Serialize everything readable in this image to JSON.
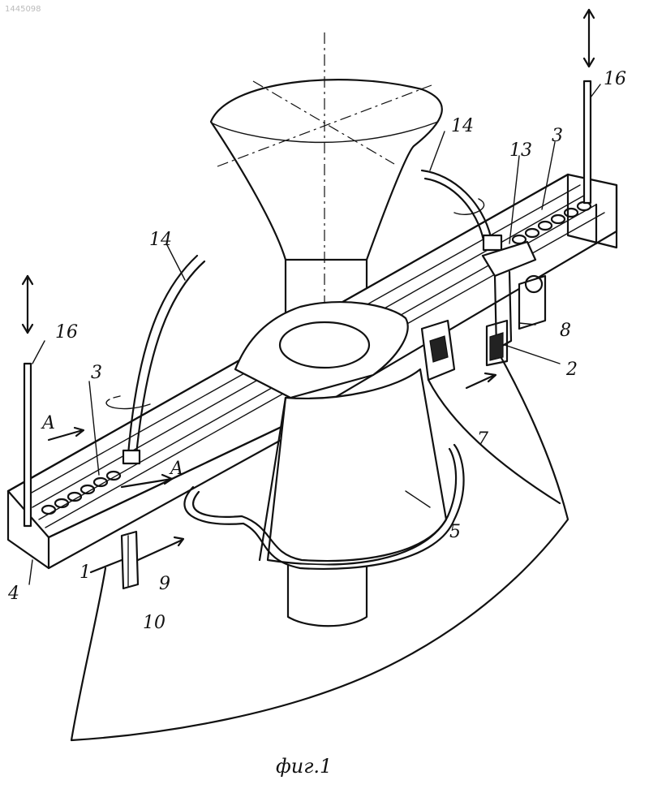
{
  "doc_id": "1445098",
  "caption": "фиг.1",
  "labels": {
    "l16_left": "16",
    "l16_right": "16",
    "l14_left": "14",
    "l14_right": "14",
    "l13": "13",
    "l3_left": "3",
    "l3_right": "3",
    "l8": "8",
    "l2": "2",
    "l7": "7",
    "l5": "5",
    "l4": "4",
    "l1": "1",
    "l9": "9",
    "l10": "10",
    "a_top": "A",
    "a_bottom": "A"
  }
}
